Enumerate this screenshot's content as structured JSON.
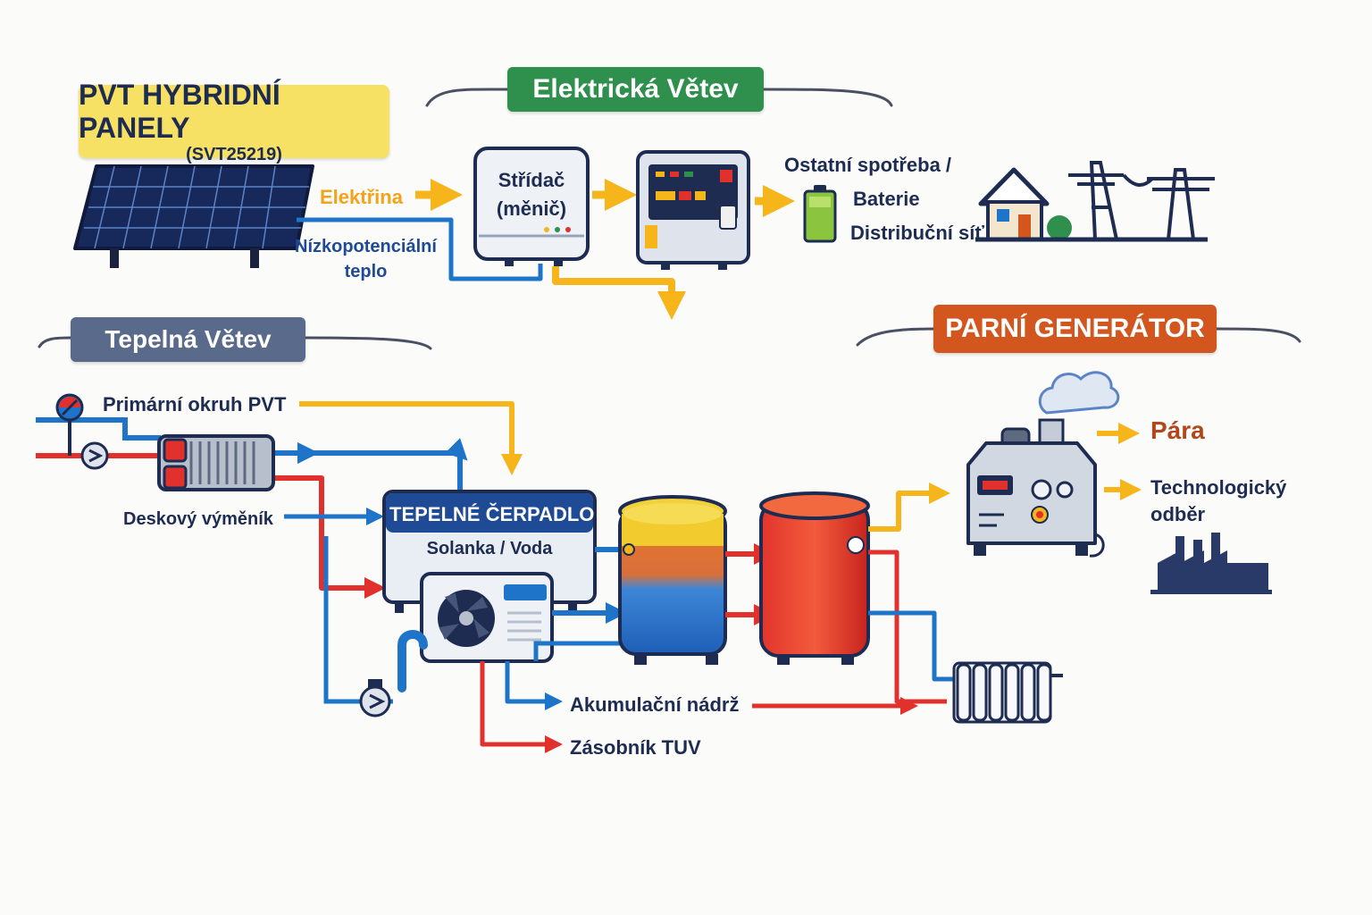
{
  "pvt": {
    "title": "PVT HYBRIDNÍ PANELY",
    "code": "(SVT25219)"
  },
  "branches": {
    "electric": "Elektrická Větev",
    "thermal": "Tepelná Větev",
    "steam": "PARNÍ GENERÁTOR"
  },
  "electric": {
    "electricity_label": "Elektřina",
    "low_temp_label_1": "Nízkopotenciální",
    "low_temp_label_2": "teplo",
    "inverter_label_1": "Střídač",
    "inverter_label_2": "(měnič)",
    "consumption": "Ostatní spotřeba /",
    "battery": "Baterie",
    "grid": "Distribuční síť"
  },
  "thermal": {
    "primary_circuit": "Primární okruh PVT",
    "plate_exchanger": "Deskový výměník",
    "heat_pump_title": "TEPELNÉ ČERPADLO",
    "heat_pump_sub": "Solanka / Voda",
    "accumulation_tank": "Akumulační nádrž",
    "dhw_tank": "Zásobník TUV"
  },
  "steam": {
    "steam_label": "Pára",
    "process_label_1": "Technologický",
    "process_label_2": "odběr"
  },
  "colors": {
    "yellow": "#f5b51b",
    "blue": "#1e74c8",
    "red": "#e2312d",
    "green": "#2f8f4c",
    "slate": "#5a6a8a",
    "orange": "#d2561e",
    "navy": "#1e2c52"
  }
}
